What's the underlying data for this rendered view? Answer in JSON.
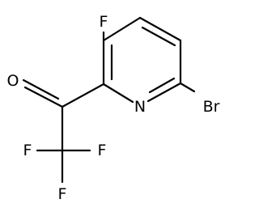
{
  "molecule": {
    "atoms": {
      "fluoro_ring": "F",
      "ring_nitrogen": "N",
      "bromo": "Br",
      "carbonyl_oxygen": "O",
      "cf3_f_left": "F",
      "cf3_f_right": "F",
      "cf3_f_bottom": "F"
    }
  },
  "colors": {
    "bond": "#000000",
    "label": "#000000",
    "background": "#ffffff"
  }
}
